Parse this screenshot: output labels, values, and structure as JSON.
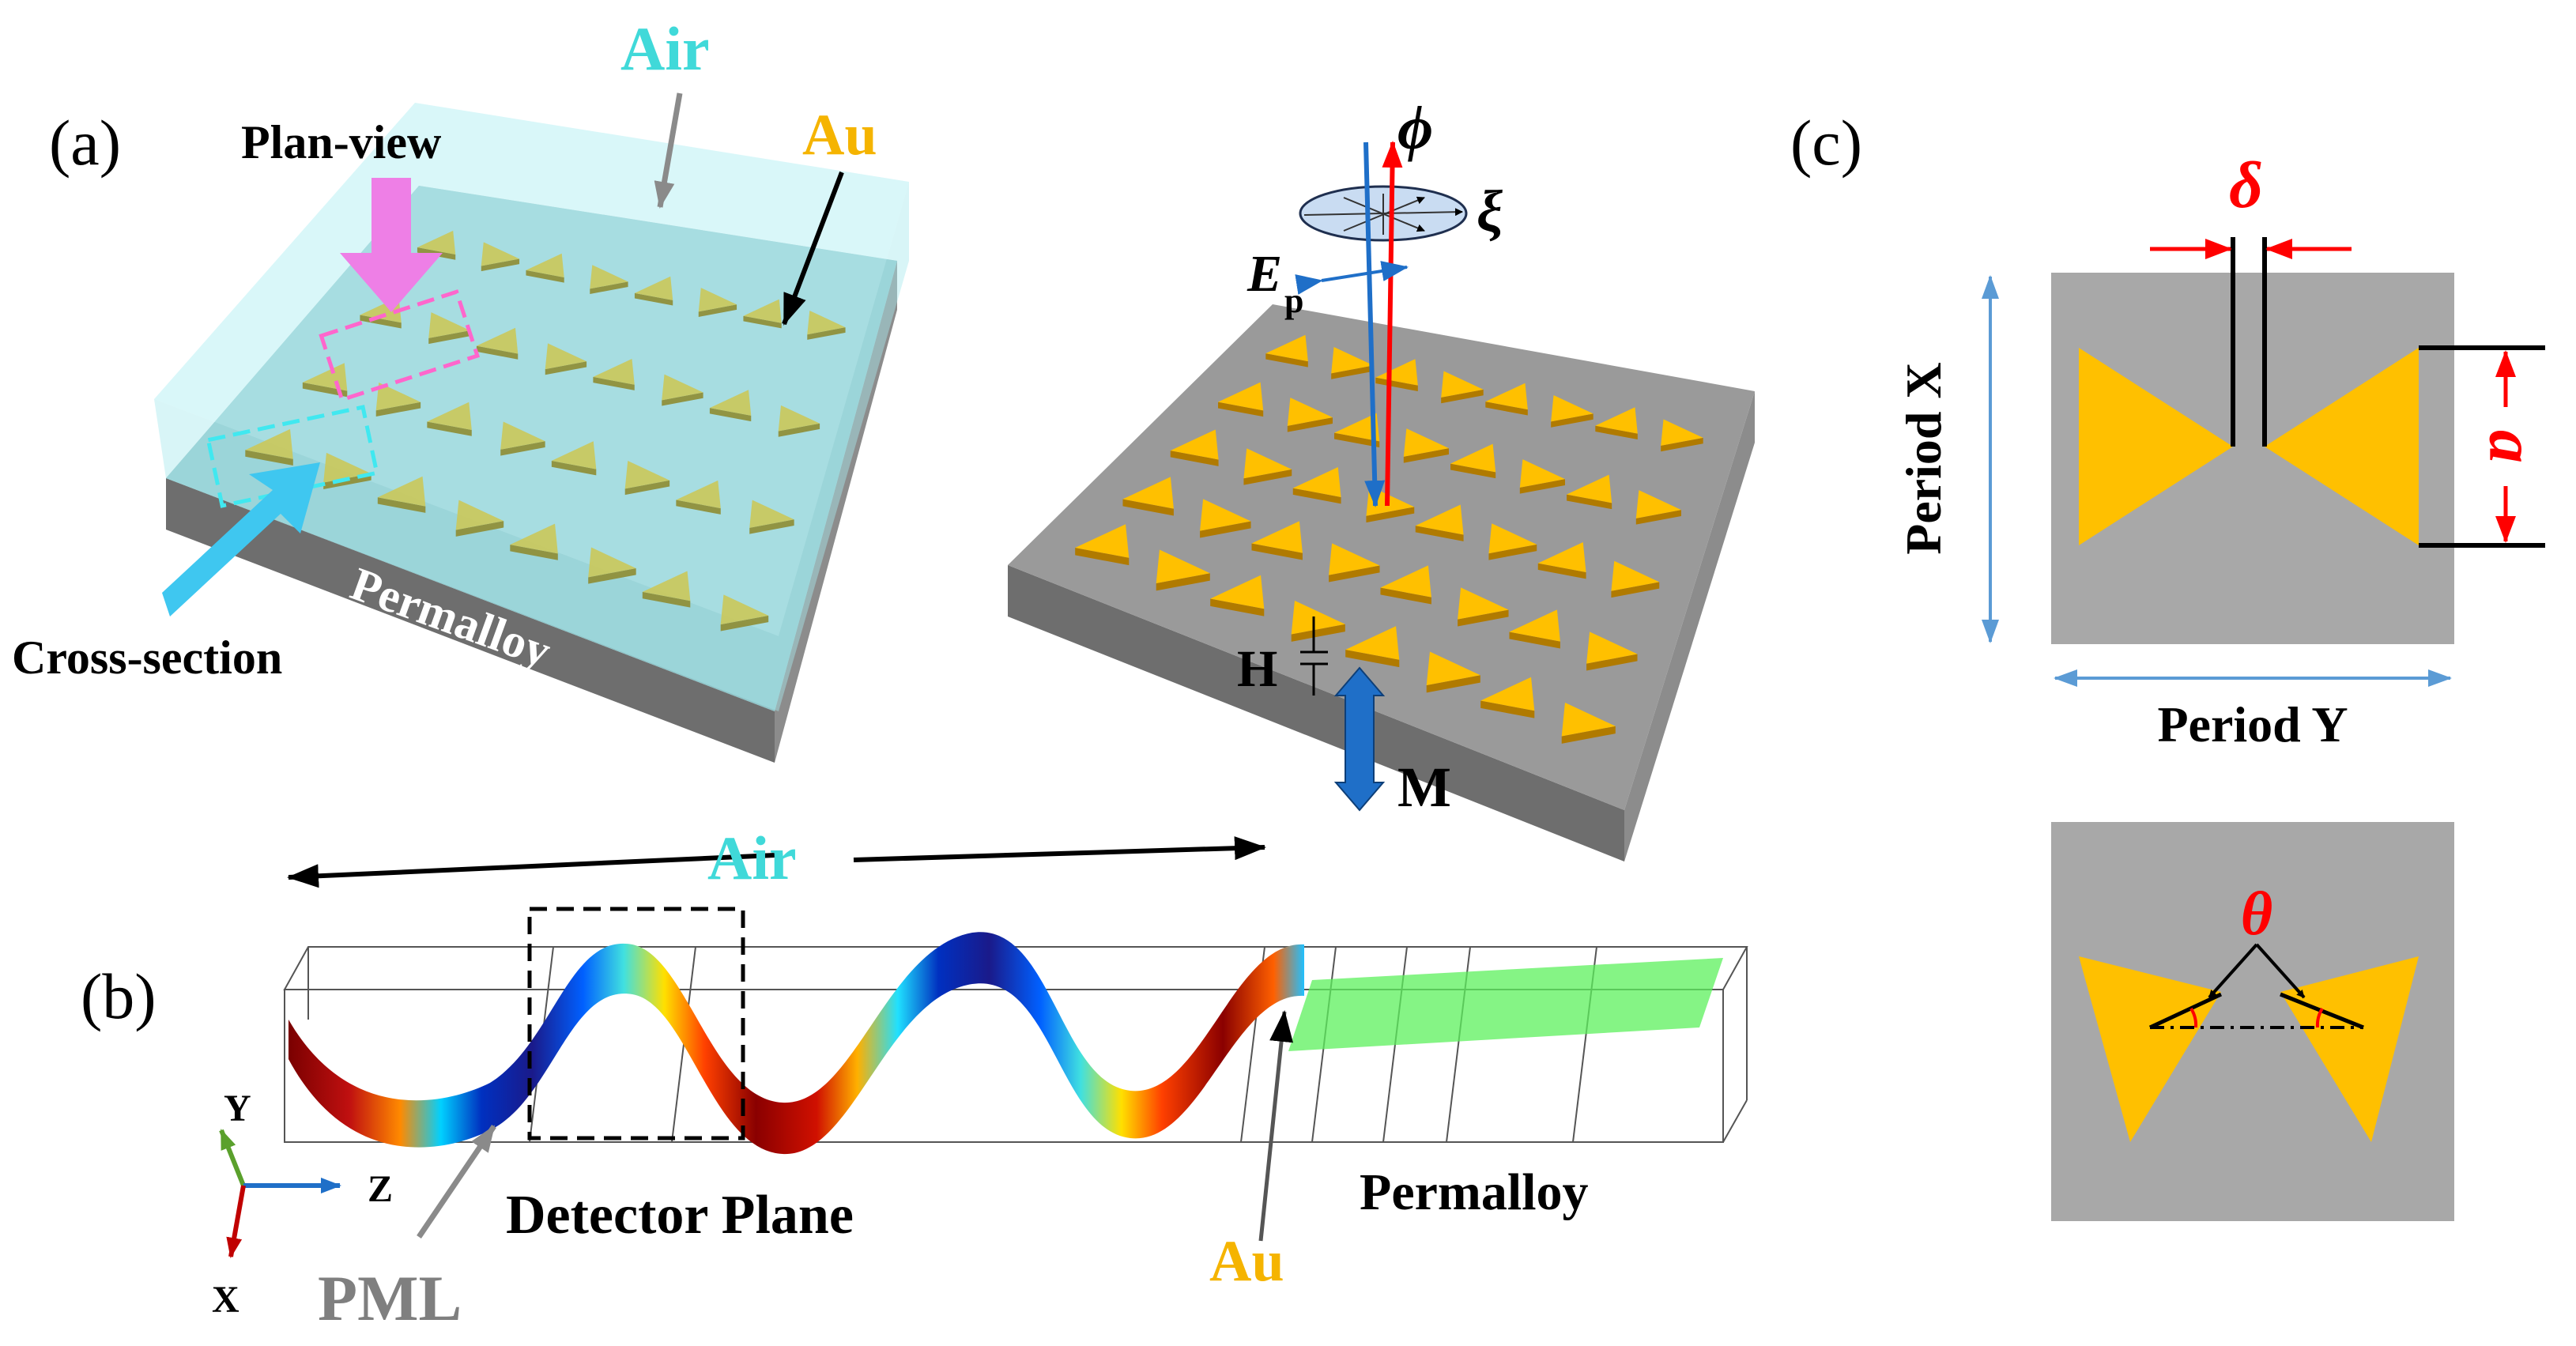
{
  "panel_a": {
    "label": "(a)",
    "air": "Air",
    "au": "Au",
    "plan_view": "Plan-view",
    "cross_section": "Cross-section",
    "permalloy": "Permalloy",
    "phi": "ϕ",
    "xi": "ξ",
    "e": "E",
    "e_sub": "p",
    "h": "H",
    "m": "M"
  },
  "panel_b": {
    "label": "(b)",
    "air": "Air",
    "detector_plane": "Detector Plane",
    "pml": "PML",
    "au": "Au",
    "permalloy": "Permalloy",
    "axis_y": "Y",
    "axis_z": "Z",
    "axis_x": "X"
  },
  "panel_c": {
    "label": "(c)",
    "delta": "δ",
    "a": "a",
    "period_x": "Period X",
    "period_y": "Period Y",
    "theta": "θ"
  },
  "colors": {
    "air_text": "#40d9d9",
    "au_text": "#f5b400",
    "gold": "#ffc000",
    "substrate": "#8c8c8c",
    "pml_text": "#7f7f7f",
    "arrow_red": "#ff0000",
    "arrow_blue": "#1f6fc8",
    "period_arrow": "#5b9bd5"
  }
}
